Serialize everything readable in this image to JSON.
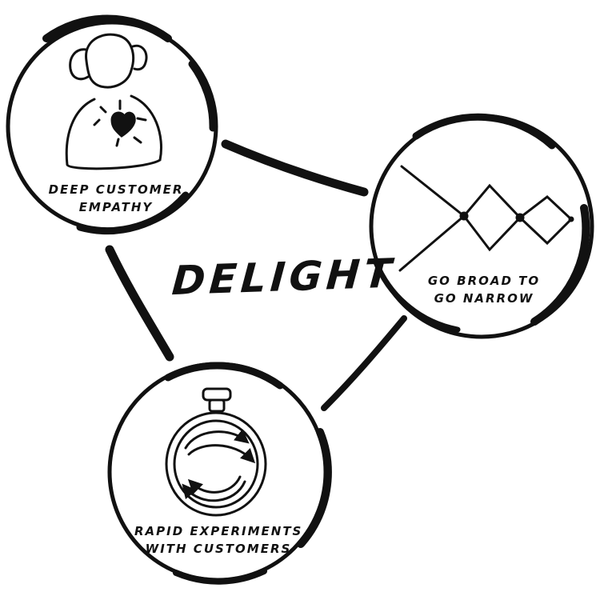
{
  "center": {
    "text": "DELIGHT"
  },
  "nodes": [
    {
      "id": "empathy",
      "line1": "DEEP CUSTOMER",
      "line2": "EMPATHY",
      "icon": "person-heart-icon"
    },
    {
      "id": "broad",
      "line1": "GO BROAD TO",
      "line2": "GO NARROW",
      "icon": "diverge-converge-icon"
    },
    {
      "id": "experiments",
      "line1": "RAPID EXPERIMENTS",
      "line2": "WITH CUSTOMERS",
      "icon": "stopwatch-cycle-icon"
    }
  ],
  "colors": {
    "ink": "#111111",
    "background": "#ffffff"
  }
}
